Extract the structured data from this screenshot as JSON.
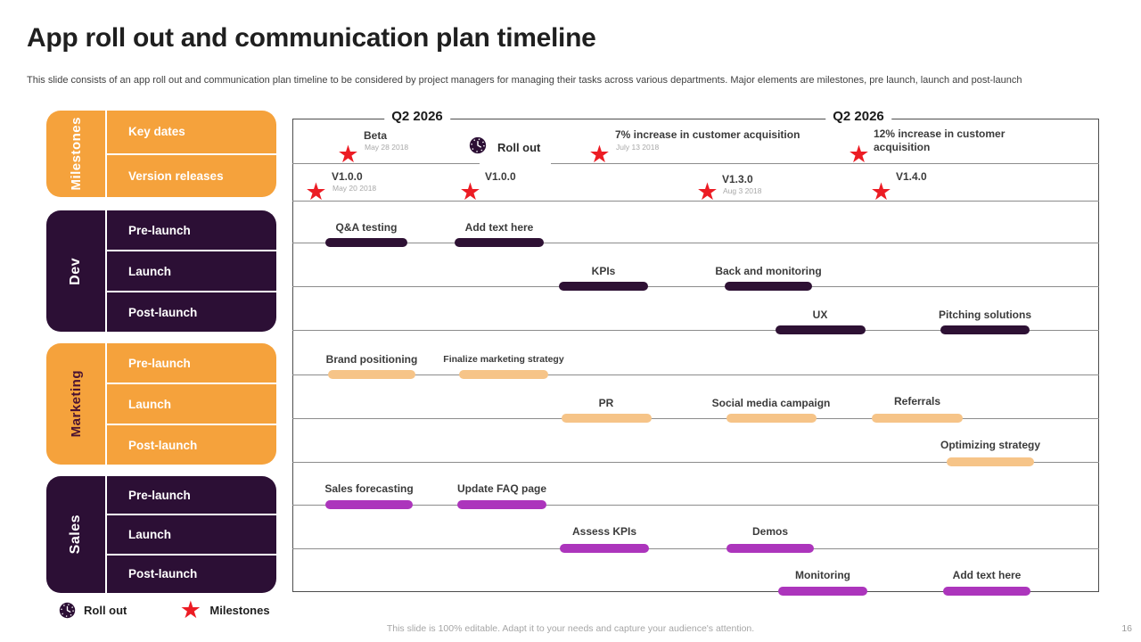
{
  "slide": {
    "title": "App roll out and communication plan timeline",
    "subtitle": "This slide consists of an app roll out and communication plan timeline to be considered by project managers for managing their tasks across various departments. Major elements are milestones, pre launch, launch and post-launch",
    "footer_note": "This slide is 100% editable. Adapt it to your needs and capture your audience's attention.",
    "page_number": "16"
  },
  "colors": {
    "orange": "#F5A23C",
    "dark_purple": "#2C0F35",
    "light_orange_bar": "#F6C488",
    "magenta_bar": "#AC35BC",
    "milestone_red": "#EC1C24"
  },
  "icons": {
    "milestone": "star-icon",
    "rollout": "clock-icon"
  },
  "sidebar": {
    "groups": [
      {
        "label": "Milestones",
        "rows": [
          "Key dates",
          "Version releases"
        ]
      },
      {
        "label": "Dev",
        "rows": [
          "Pre-launch",
          "Launch",
          "Post-launch"
        ]
      },
      {
        "label": "Marketing",
        "rows": [
          "Pre-launch",
          "Launch",
          "Post-launch"
        ]
      },
      {
        "label": "Sales",
        "rows": [
          "Pre-launch",
          "Launch",
          "Post-launch"
        ]
      }
    ]
  },
  "legend": {
    "rollout_label": "Roll out",
    "milestones_label": "Milestones"
  },
  "chart_data": {
    "type": "timeline",
    "time_axis": [
      "Q2 2026",
      "Q2 2026"
    ],
    "milestones": [
      {
        "row": "Key dates",
        "label": "Beta",
        "date": "May 28 2018"
      },
      {
        "row": "Key dates",
        "label": "Roll out",
        "icon": "clock"
      },
      {
        "row": "Key dates",
        "label": "7% increase in customer acquisition",
        "date": "July 13 2018"
      },
      {
        "row": "Key dates",
        "label": "12% increase in customer acquisition"
      },
      {
        "row": "Version releases",
        "label": "V1.0.0",
        "date": "May 20 2018"
      },
      {
        "row": "Version releases",
        "label": "V1.0.0"
      },
      {
        "row": "Version releases",
        "label": "V1.3.0",
        "date": "Aug 3 2018"
      },
      {
        "row": "Version releases",
        "label": "V1.4.0"
      }
    ],
    "tasks": [
      {
        "group": "Dev",
        "phase": "Pre-launch",
        "label": "Q&A testing"
      },
      {
        "group": "Dev",
        "phase": "Pre-launch",
        "label": "Add text here"
      },
      {
        "group": "Dev",
        "phase": "Launch",
        "label": "KPIs"
      },
      {
        "group": "Dev",
        "phase": "Launch",
        "label": "Back and monitoring"
      },
      {
        "group": "Dev",
        "phase": "Post-launch",
        "label": "UX"
      },
      {
        "group": "Dev",
        "phase": "Post-launch",
        "label": "Pitching solutions"
      },
      {
        "group": "Marketing",
        "phase": "Pre-launch",
        "label": "Brand positioning"
      },
      {
        "group": "Marketing",
        "phase": "Pre-launch",
        "label": "Finalize marketing strategy"
      },
      {
        "group": "Marketing",
        "phase": "Launch",
        "label": "PR"
      },
      {
        "group": "Marketing",
        "phase": "Launch",
        "label": "Social media campaign"
      },
      {
        "group": "Marketing",
        "phase": "Launch",
        "label": "Referrals"
      },
      {
        "group": "Marketing",
        "phase": "Post-launch",
        "label": "Optimizing strategy"
      },
      {
        "group": "Sales",
        "phase": "Pre-launch",
        "label": "Sales forecasting"
      },
      {
        "group": "Sales",
        "phase": "Pre-launch",
        "label": "Update FAQ page"
      },
      {
        "group": "Sales",
        "phase": "Launch",
        "label": "Assess KPIs"
      },
      {
        "group": "Sales",
        "phase": "Launch",
        "label": "Demos"
      },
      {
        "group": "Sales",
        "phase": "Post-launch",
        "label": "Monitoring"
      },
      {
        "group": "Sales",
        "phase": "Post-launch",
        "label": "Add text here"
      }
    ]
  }
}
